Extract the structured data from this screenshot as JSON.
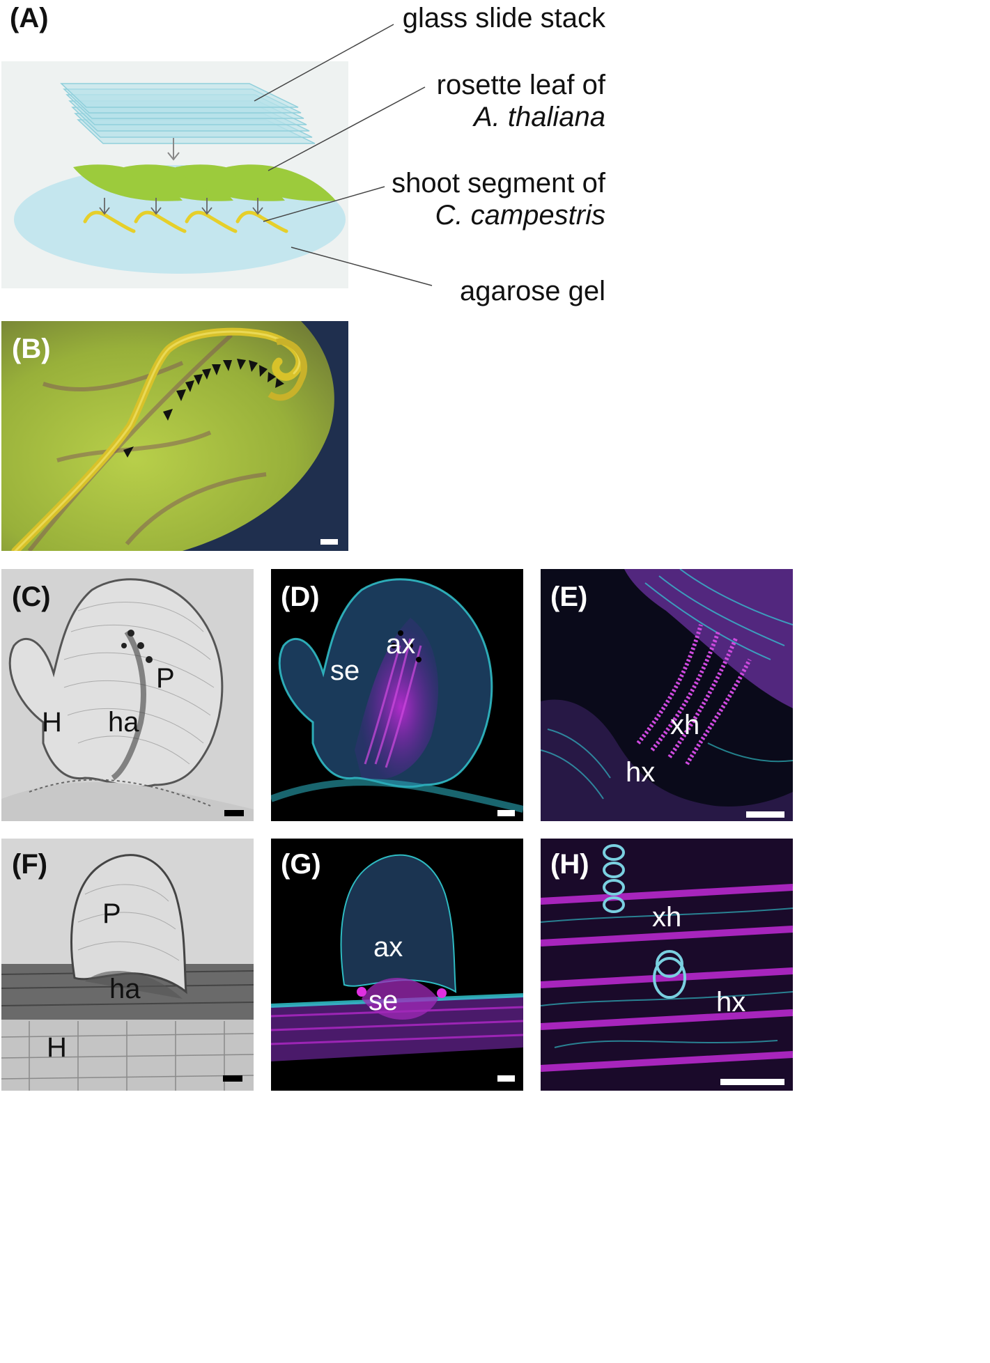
{
  "panel_A": {
    "letter": "(A)",
    "callouts": {
      "glass_slide": "glass slide stack",
      "rosette_line1": "rosette leaf of",
      "rosette_line2": "A. thaliana",
      "shoot_line1": "shoot segment of",
      "shoot_line2": "C. campestris",
      "agarose": "agarose gel"
    }
  },
  "panel_B": {
    "letter": "(B)"
  },
  "panel_C": {
    "letter": "(C)",
    "labels": {
      "P": "P",
      "H": "H",
      "ha": "ha"
    }
  },
  "panel_D": {
    "letter": "(D)",
    "labels": {
      "ax": "ax",
      "se": "se"
    }
  },
  "panel_E": {
    "letter": "(E)",
    "labels": {
      "xh": "xh",
      "hx": "hx"
    }
  },
  "panel_F": {
    "letter": "(F)",
    "labels": {
      "P": "P",
      "ha": "ha",
      "H": "H"
    }
  },
  "panel_G": {
    "letter": "(G)",
    "labels": {
      "ax": "ax",
      "se": "se"
    }
  },
  "panel_H": {
    "letter": "(H)",
    "labels": {
      "xh": "xh",
      "hx": "hx"
    }
  },
  "colors": {
    "leaf_green": "#9ccb3c",
    "agarose_blue": "#c4e6ee",
    "shoot_yellow": "#e6cf2a",
    "cyan_stain": "#34d0d8",
    "magenta_stain": "#c02ad6"
  }
}
